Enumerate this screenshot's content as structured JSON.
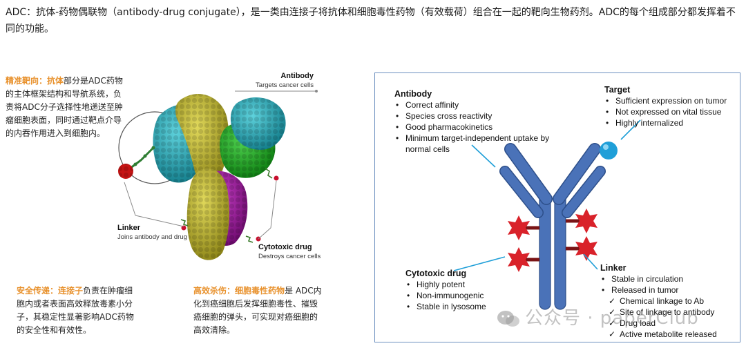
{
  "intro": "ADC：抗体-药物偶联物（antibody-drug conjugate），是一类由连接子将抗体和细胞毒性药物（有效载荷）组合在一起的靶向生物药剂。ADC的每个组成部分都发挥着不同的功能。",
  "paragraphs": {
    "p1": {
      "highlight": "精准靶向：抗体",
      "text": "部分是ADC药物的主体框架结构和导航系统，负责将ADC分子选择性地递送至肿瘤细胞表面，同时通过靶点介导的内吞作用进入到细胞内。"
    },
    "p2": {
      "highlight": "安全传递：连接子",
      "text": "负责在肿瘤细胞内或者表面高效释放毒素小分子，其稳定性显著影响ADC药物的安全性和有效性。"
    },
    "p3": {
      "highlight": "高效杀伤：细胞毒性药物",
      "text": "是 ADC内化到癌细胞后发挥细胞毒性、摧毁癌细胞的弹头，可实现对癌细胞的高效清除。"
    }
  },
  "molecule_labels": {
    "antibody": {
      "title": "Antibody",
      "sub": "Targets cancer cells"
    },
    "linker": {
      "title": "Linker",
      "sub": "Joins antibody and drug"
    },
    "cytotoxic": {
      "title": "Cytotoxic drug",
      "sub": "Destroys cancer cells"
    }
  },
  "diagram": {
    "antibody": {
      "title": "Antibody",
      "items": [
        "Correct affinity",
        "Species cross reactivity",
        "Good pharmacokinetics",
        "Minimum target-independent uptake by normal cells"
      ]
    },
    "target": {
      "title": "Target",
      "items": [
        "Sufficient expression on tumor",
        "Not expressed on vital tissue",
        "Highly internalized"
      ]
    },
    "cytotoxic": {
      "title": "Cytotoxic drug",
      "items": [
        "Highly potent",
        "Non-immunogenic",
        "Stable in lysosome"
      ]
    },
    "linker": {
      "title": "Linker",
      "items": [
        "Stable in circulation",
        "Released in tumor"
      ],
      "subitems": [
        "Chemical linkage to Ab",
        "Site of linkage to antibody",
        "Drug load",
        "Active metabolite released"
      ]
    }
  },
  "watermark": "公众号 · paperClub",
  "colors": {
    "highlight": "#e8912c",
    "antibody_blue": "#4a72b8",
    "payload_red": "#d9222a",
    "linker_dark": "#7a1416",
    "target_blue": "#1f9fd8",
    "box_border": "#6b8fbf"
  }
}
